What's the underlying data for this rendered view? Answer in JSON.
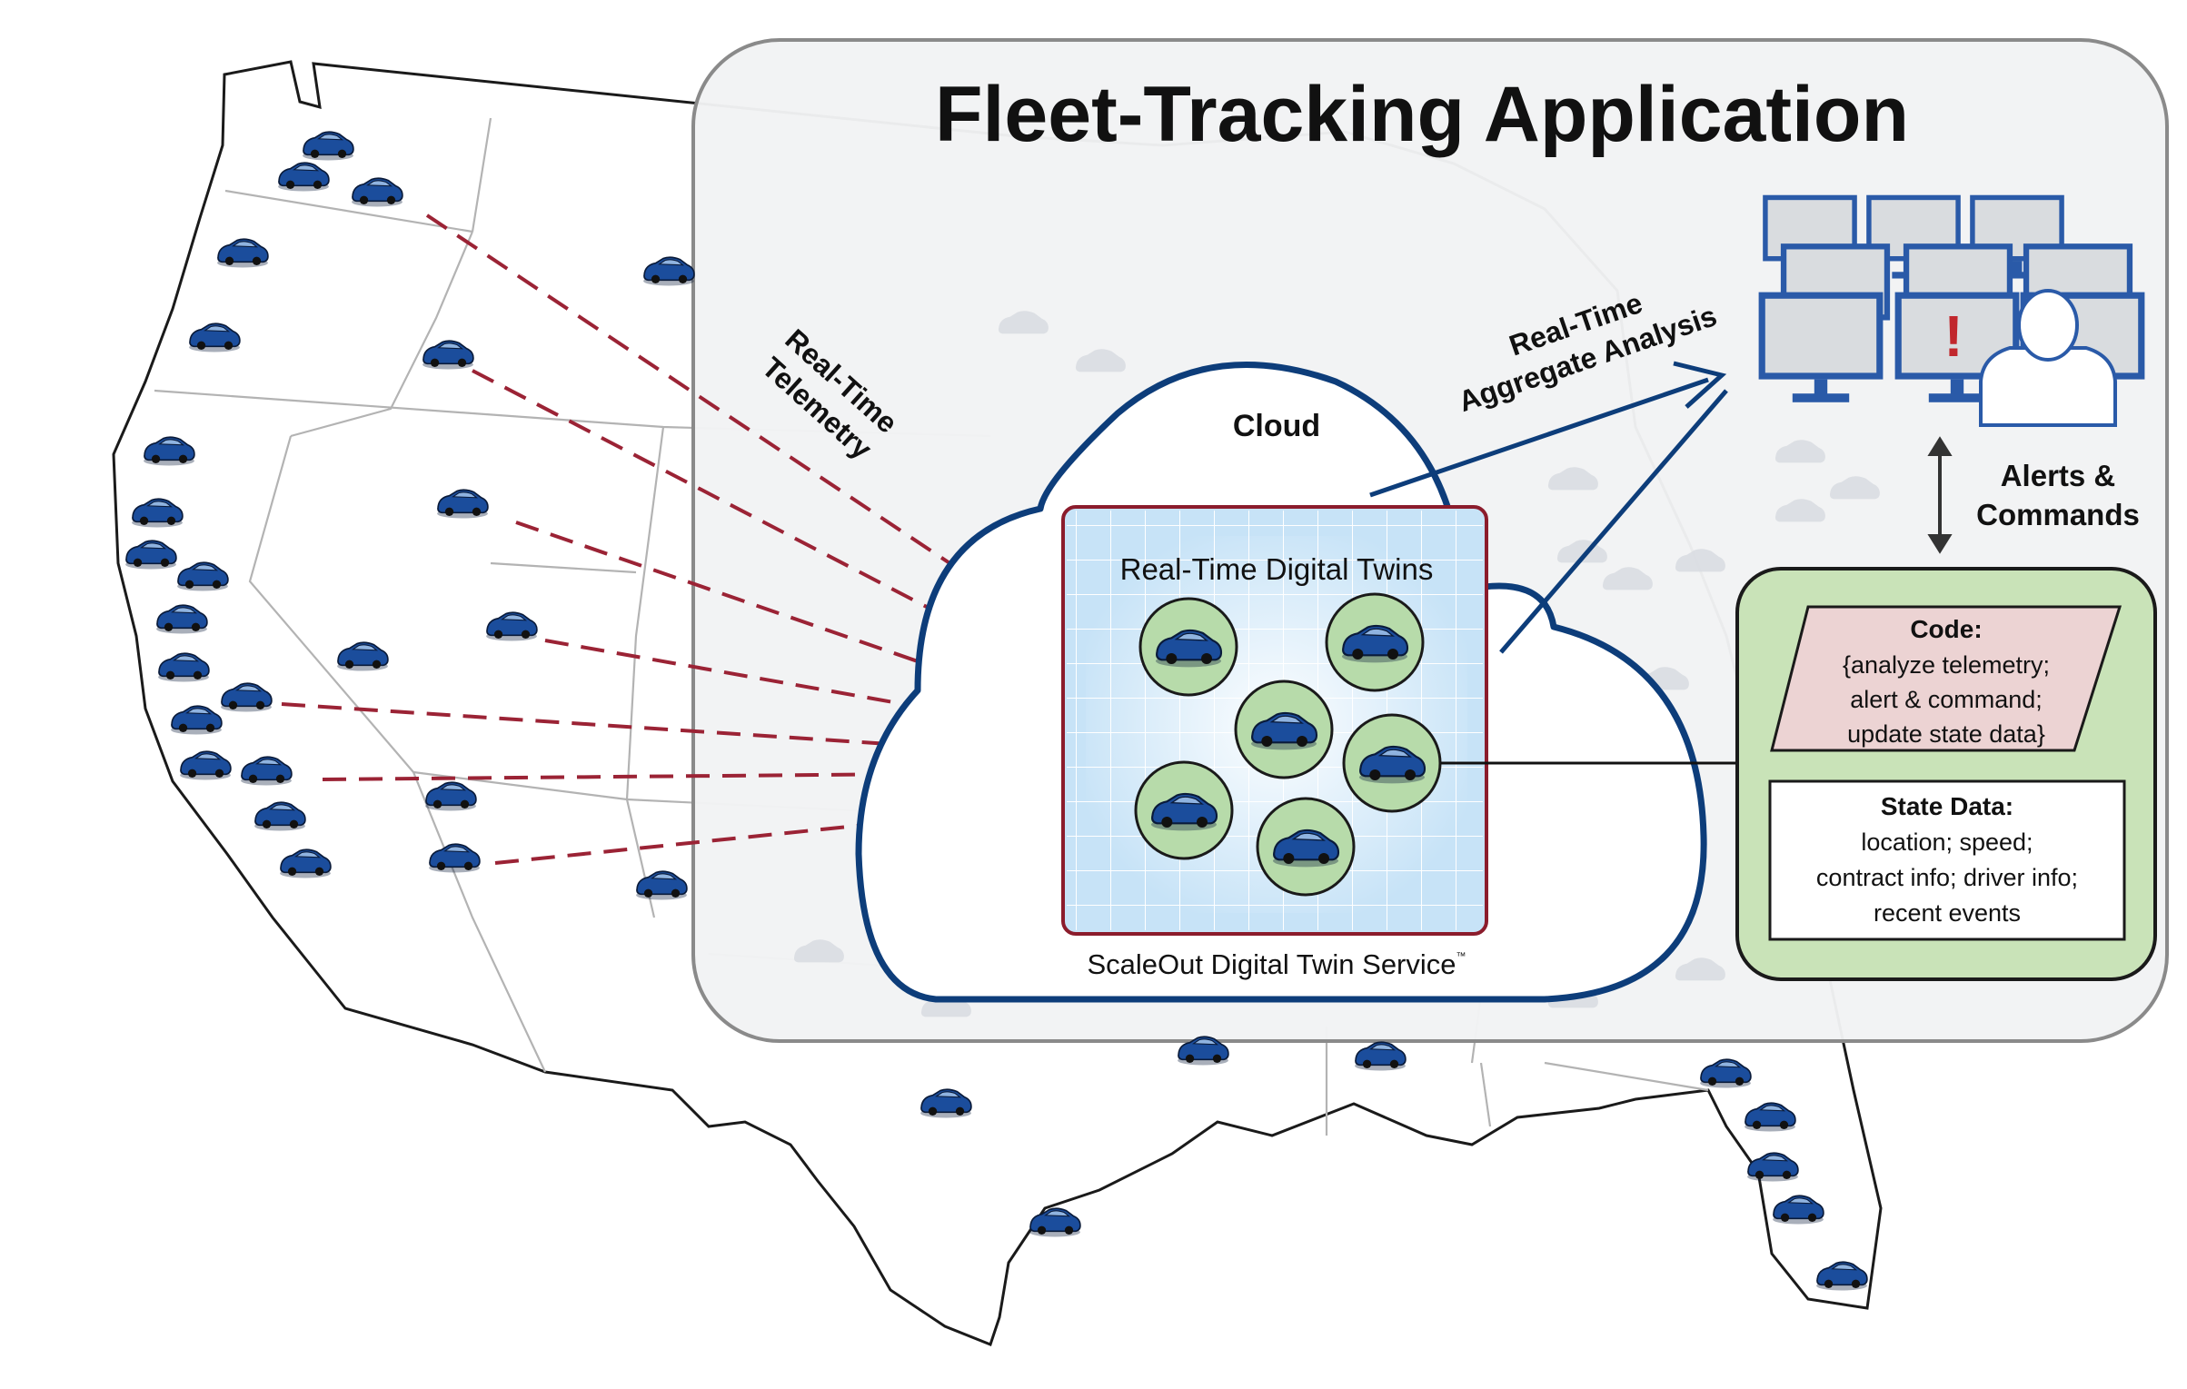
{
  "title": "Fleet-Tracking Application",
  "labels": {
    "telemetry": [
      "Real-Time",
      "Telemetry"
    ],
    "aggregate": [
      "Real-Time",
      "Aggregate Analysis"
    ],
    "cloud": "Cloud",
    "twins": "Real-Time Digital Twins",
    "service": "ScaleOut Digital Twin Service",
    "service_mark": "™",
    "alerts": [
      "Alerts &",
      "Commands"
    ],
    "alert_symbol": "!"
  },
  "code_box": {
    "heading": "Code:",
    "lines": [
      "{analyze telemetry;",
      "alert & command;",
      "update state data}"
    ]
  },
  "state_box": {
    "heading": "State Data:",
    "lines": [
      "location; speed;",
      "contract info; driver info;",
      "recent events"
    ]
  },
  "colors": {
    "telemetry_line": "#9b2335",
    "cloud_stroke": "#0d3d7a",
    "twin_fill": "#c7e3f7",
    "twin_border": "#8b1c2c",
    "twin_circle": "#b7dbaa",
    "code_fill": "#ecd3d3",
    "state_panel": "#c9e3b8",
    "car": "#1b4d9c",
    "map_line": "#1a1a1a"
  }
}
